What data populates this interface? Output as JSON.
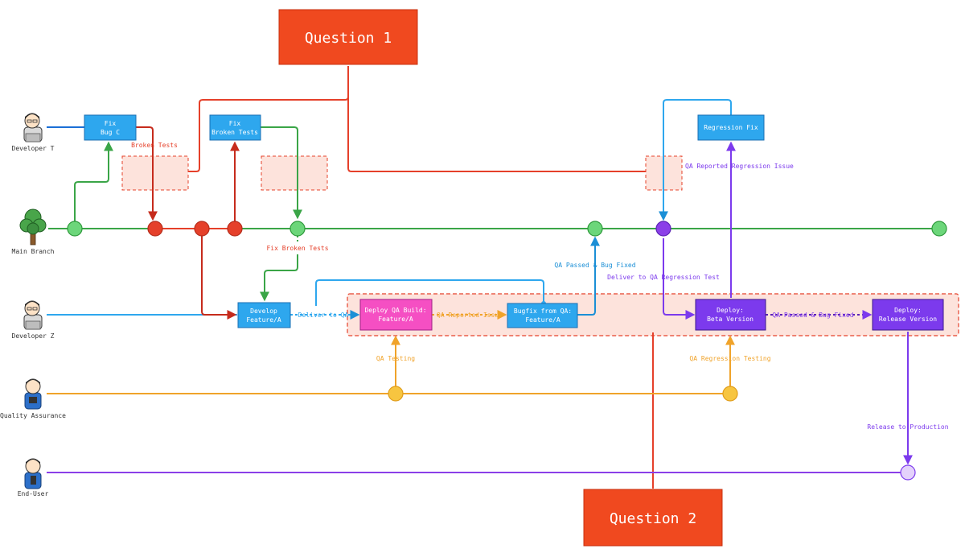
{
  "colors": {
    "red": "#e5402a",
    "green": "#3aa547",
    "blue": "#2ea7ee",
    "purple": "#7c3aed",
    "orange": "#f0a32a",
    "pink": "#f54fc3",
    "question_bg": "#f0491f",
    "gray": "#444444"
  },
  "questions": {
    "q1": "Question 1",
    "q2": "Question 2"
  },
  "actors": {
    "dev_t": "Developer T",
    "main": "Main Branch",
    "dev_z": "Developer Z",
    "qa": "Quality Assurance",
    "end_user": "End-User"
  },
  "boxes": {
    "fix_bug_c": [
      "Fix",
      "Bug C"
    ],
    "fix_broken": [
      "Fix",
      "Broken Tests"
    ],
    "regression_fix": [
      "Regression Fix"
    ],
    "develop": [
      "Develop",
      "Feature/A"
    ],
    "deploy_qa": [
      "Deploy QA Build:",
      "Feature/A"
    ],
    "bugfix_qa": [
      "Bugfix from QA:",
      "Feature/A"
    ],
    "deploy_beta": [
      "Deploy:",
      "Beta Version"
    ],
    "deploy_release": [
      "Deploy:",
      "Release Version"
    ]
  },
  "labels": {
    "broken_tests": "Broken Tests",
    "fix_broken_tests": "Fix Broken Tests",
    "qa_reported_regression": "QA Reported Regression Issue",
    "qa_passed_bug_fixed": "QA Passed & Bug Fixed",
    "deliver_regression": "Deliver to QA Regression Test",
    "deliver_qa": "Deliver to QA",
    "qa_reported_issue": "QA Reported Issue",
    "qa_passed_bug_fixed_2": "QA Passed & Bug Fixed",
    "qa_testing": "QA Testing",
    "qa_regression_testing": "QA Regression Testing",
    "release_to_production": "Release to Production"
  },
  "icons": [
    "developer-icon",
    "tree-icon",
    "qa-person-icon",
    "end-user-icon"
  ]
}
